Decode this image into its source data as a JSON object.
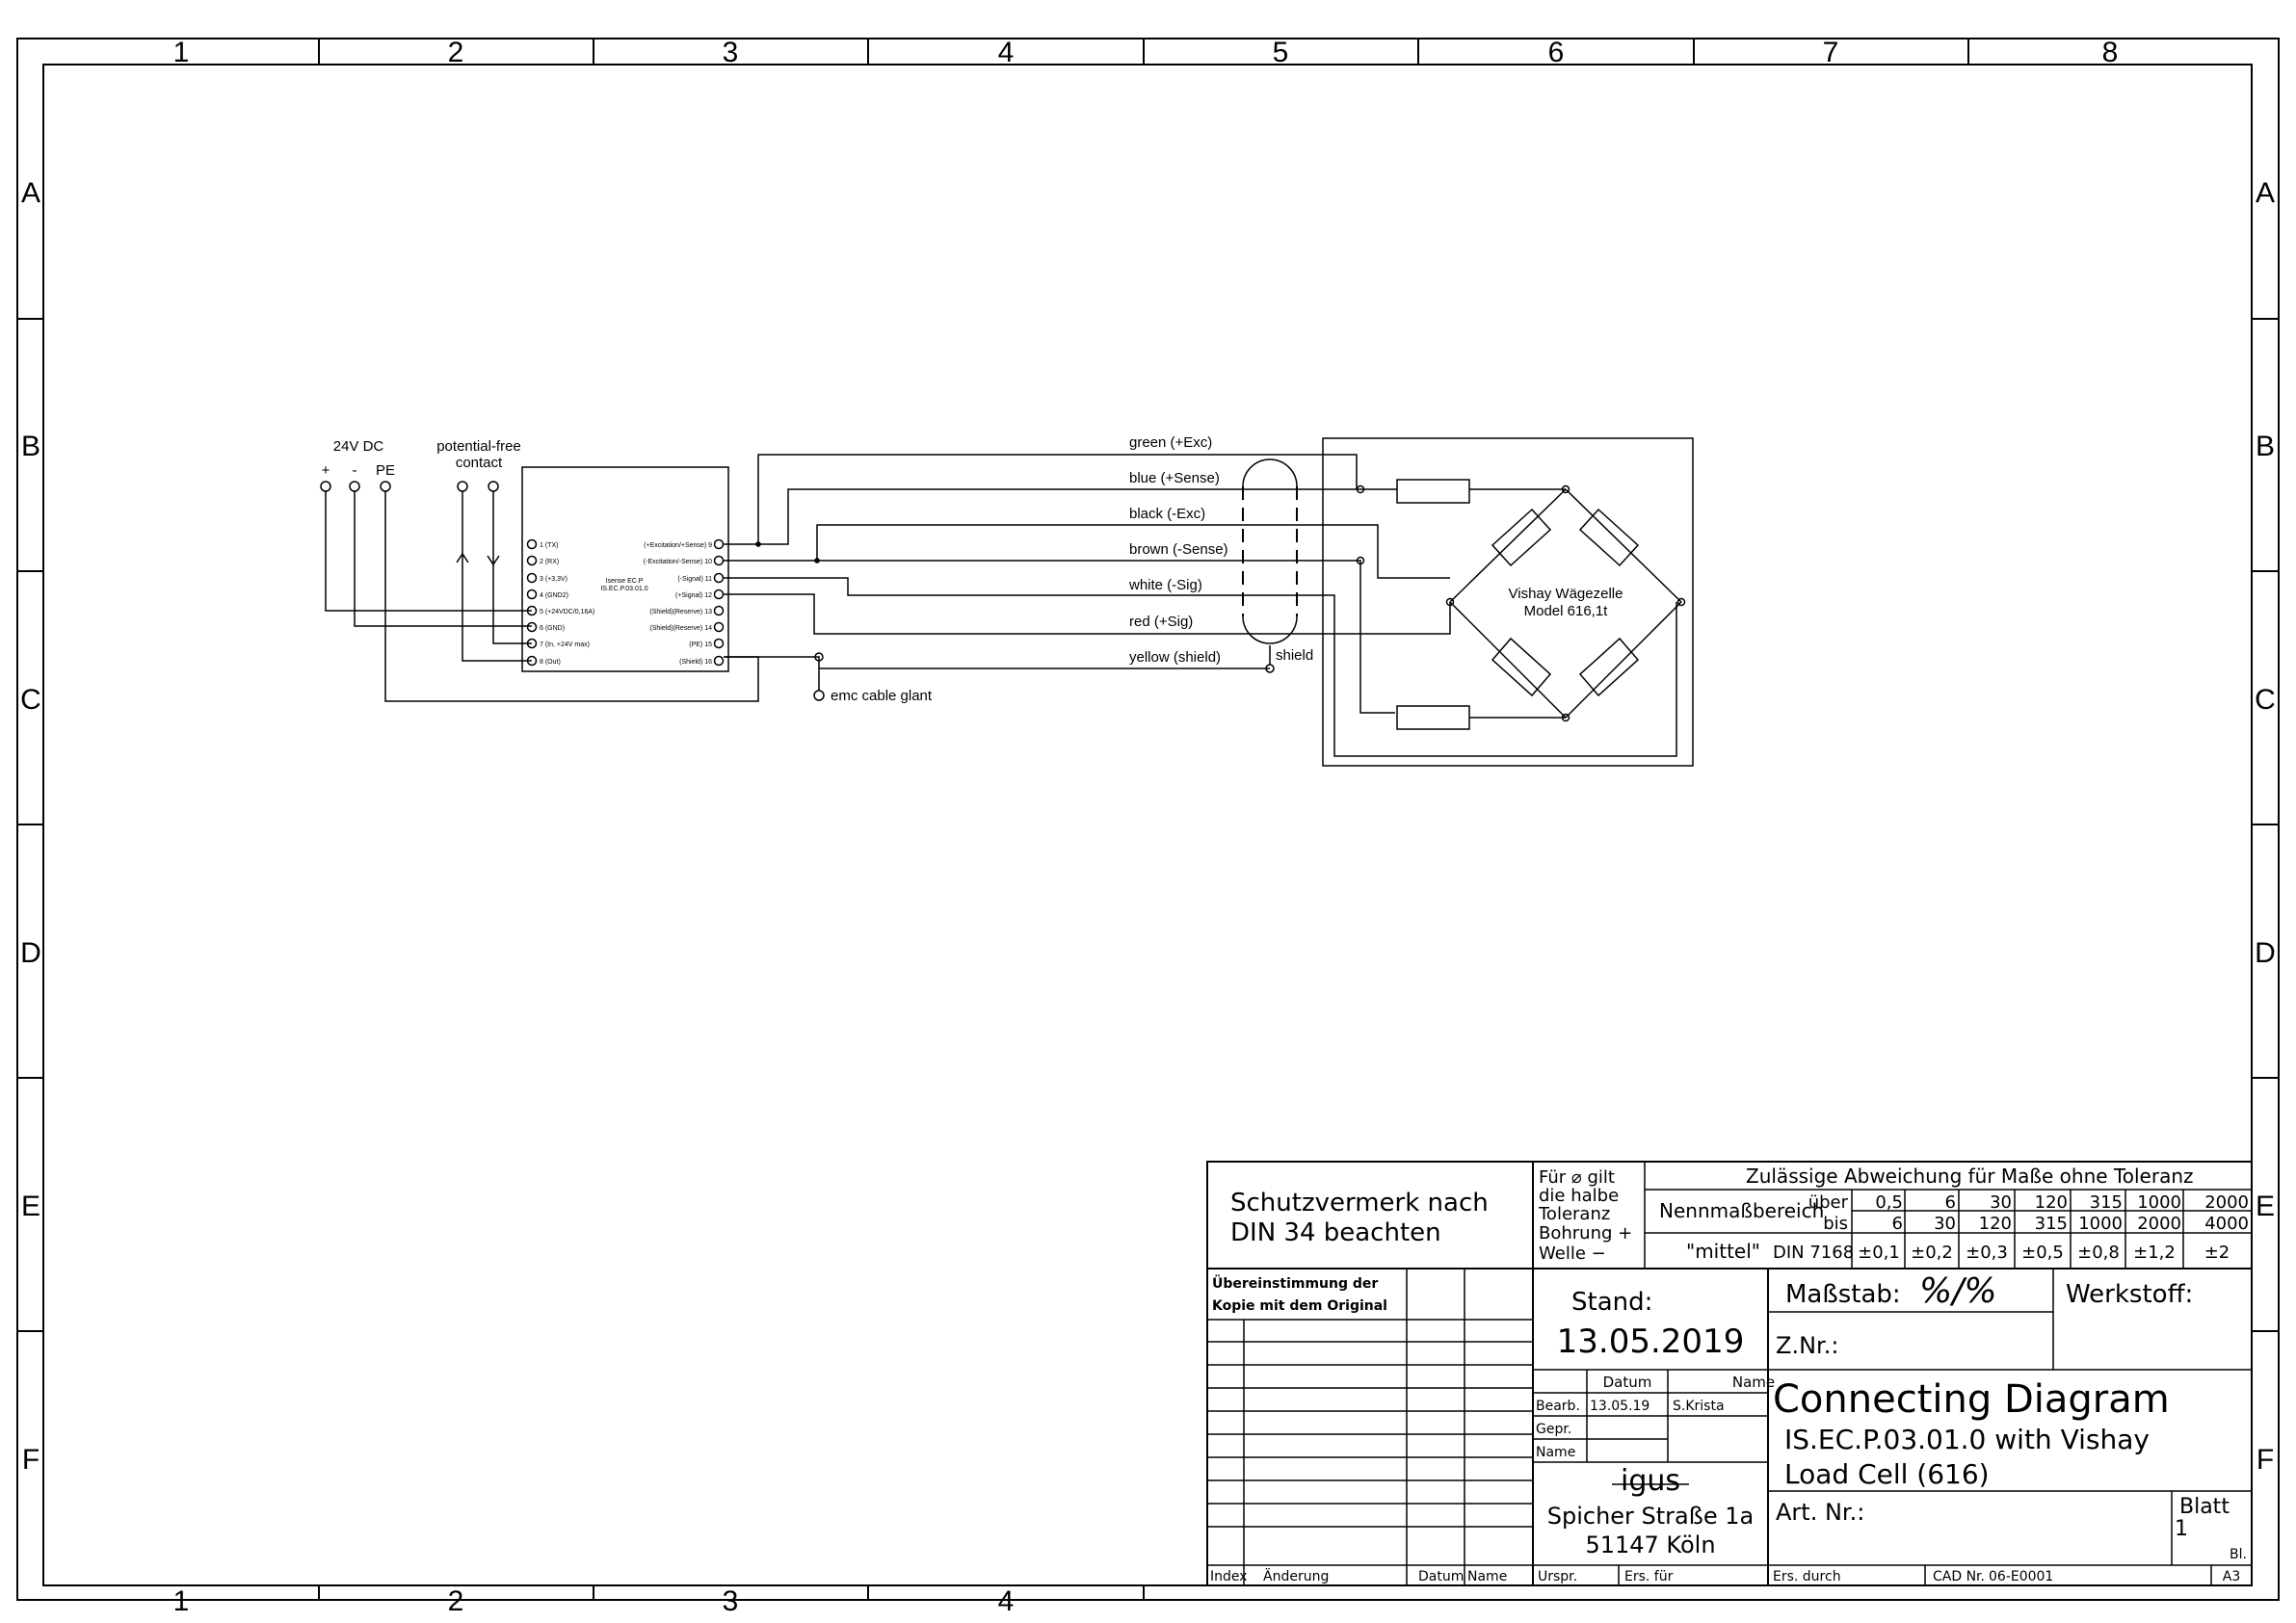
{
  "frame": {
    "columns": [
      "1",
      "2",
      "3",
      "4",
      "5",
      "6",
      "7",
      "8"
    ],
    "rows": [
      "A",
      "B",
      "C",
      "D",
      "E",
      "F"
    ],
    "bottom_columns": [
      "1",
      "2",
      "3",
      "4"
    ]
  },
  "schematic": {
    "supply_label": "24V DC",
    "plus": "+",
    "minus": "-",
    "pe": "PE",
    "contact_label_1": "potential-free",
    "contact_label_2": "contact",
    "left_pins": [
      "1 (TX)",
      "2 (RX)",
      "3 (+3,3V)",
      "4 (GND2)",
      "5 (+24VDC/0,16A)",
      "6 (GND)",
      "7 (In, +24V max)",
      "8 (Out)"
    ],
    "right_pins": [
      "(+Excitation/+Sense) 9",
      "(-Excitation/-Sense) 10",
      "(-Signal) 11",
      "(+Signal) 12",
      "(Shield)(Reserve) 13",
      "(Shield)(Reserve) 14",
      "(PE) 15",
      "(Shield) 16"
    ],
    "module_label_1": "Isense EC.P",
    "module_label_2": "IS.EC.P.03.01.0",
    "wires": [
      "green (+Exc)",
      "blue (+Sense)",
      "black (-Exc)",
      "brown (-Sense)",
      "white (-Sig)",
      "red (+Sig)",
      "yellow (shield)"
    ],
    "shield_label": "shield",
    "emc_label": "emc cable glant",
    "loadcell_label_1": "Vishay Wägezelle",
    "loadcell_label_2": "Model 616,1t"
  },
  "title_block": {
    "schutz_1": "Schutzvermerk nach",
    "schutz_2": "DIN 34 beachten",
    "copy_1": "Übereinstimmung der",
    "copy_2": "Kopie mit dem Original",
    "bore_1": "Für ⌀ gilt",
    "bore_2": "die halbe",
    "bore_3": "Toleranz",
    "bore_4": "Bohrung +",
    "bore_5": "Welle    −",
    "tol_title": "Zulässige Abweichung für Maße ohne Toleranz",
    "nenn": "Nennmaßbereich",
    "ueber": "über",
    "bis": "bis",
    "ueber_vals": [
      "0,5",
      "6",
      "30",
      "120",
      "315",
      "1000",
      "2000"
    ],
    "bis_vals": [
      "6",
      "30",
      "120",
      "315",
      "1000",
      "2000",
      "4000"
    ],
    "mittel": "\"mittel\"",
    "din": "DIN 7168",
    "tol_vals": [
      "±0,1",
      "±0,2",
      "±0,3",
      "±0,5",
      "±0,8",
      "±1,2",
      "±2"
    ],
    "stand_label": "Stand:",
    "stand_date": "13.05.2019",
    "massstab_label": "Maßstab:",
    "massstab_value": "%/%",
    "werkstoff": "Werkstoff:",
    "znr": "Z.Nr.:",
    "datum": "Datum",
    "name": "Name",
    "bearb": "Bearb.",
    "bearb_date": "13.05.19",
    "bearb_name": "S.Krista",
    "gepr": "Gepr.",
    "name_row": "Name",
    "company": "igus",
    "street": "Spicher Straße 1a",
    "city": "51147 Köln",
    "title_1": "Connecting Diagram",
    "title_2": "IS.EC.P.03.01.0 with Vishay",
    "title_3": "Load Cell (616)",
    "artnr": "Art. Nr.:",
    "blatt": "Blatt",
    "blatt_num": "1",
    "bl": "Bl.",
    "index": "Index",
    "aenderung": "Änderung",
    "datum2": "Datum",
    "name2": "Name",
    "urspr": "Urspr.",
    "ersfuer": "Ers. für",
    "ersdurch": "Ers. durch",
    "cad": "CAD Nr.",
    "cadnum": "06-E0001",
    "format": "A3"
  }
}
